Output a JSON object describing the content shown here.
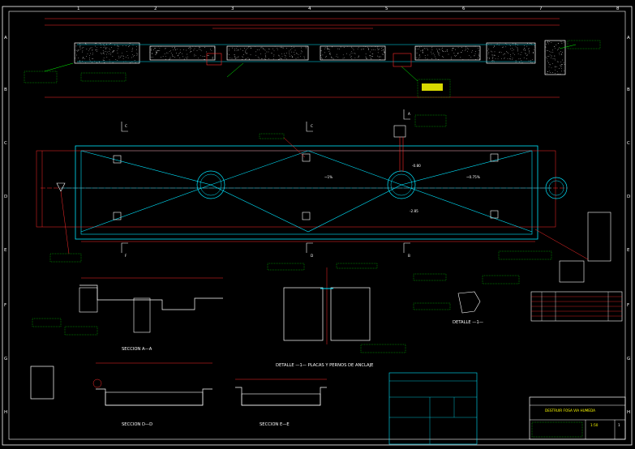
{
  "colors": {
    "background": "#000000",
    "frame": "#ffffff",
    "dimension": "#ff2b2b",
    "note": "#00ff00",
    "concrete": "#ffffff",
    "plan": "#00e5ff",
    "title_block": "#00e5ff",
    "highlight": "#ffff00",
    "magenta": "#ff00ff"
  },
  "grid": {
    "columns": [
      "1",
      "2",
      "3",
      "4",
      "5",
      "6",
      "7",
      "8"
    ],
    "rows": [
      "A",
      "B",
      "C",
      "D",
      "E",
      "F",
      "G",
      "H"
    ]
  },
  "plan": {
    "slope_1": "~1%",
    "slope_2": "~0.75%",
    "elev_1": "-0.80",
    "elev_2": "-2.85"
  },
  "sections": {
    "a_a": "SECCION A—A",
    "d_d": "SECCION D—D",
    "e_e": "SECCION E—E",
    "detail_1_title": "DETALLE —1— PLACAS Y PERNOS DE ANCLAJE",
    "detail_1b": "DETALLE —1—"
  },
  "section_markers": [
    "C",
    "C",
    "A",
    "F",
    "D",
    "B"
  ],
  "title_block": {
    "project": "DESTRUIR FOSA VIA HUMEDA",
    "scale": "1:50",
    "sheet": "1"
  }
}
